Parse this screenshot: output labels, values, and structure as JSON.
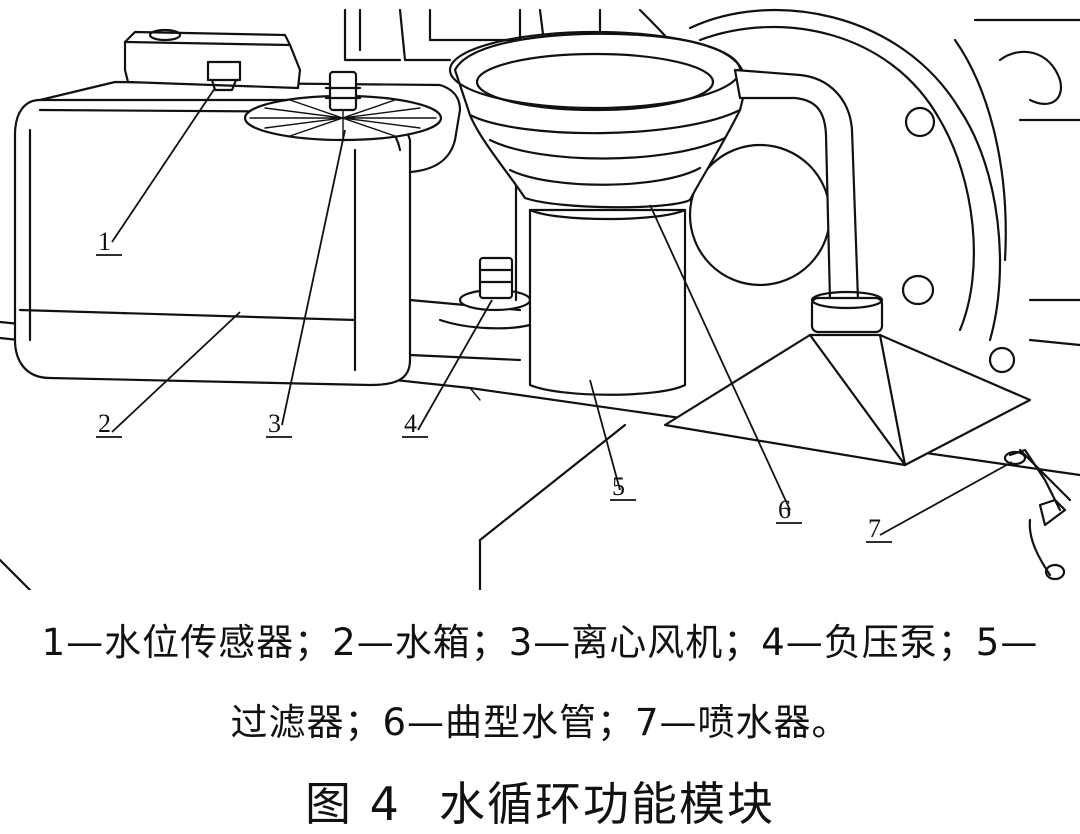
{
  "legend": {
    "line1": "1—水位传感器；2—水箱；3—离心风机；4—负压泵；5—",
    "line2": "过滤器；6—曲型水管；7—喷水器。"
  },
  "figure": {
    "number": "图 4",
    "title": "水循环功能模块"
  },
  "labels": [
    "1",
    "2",
    "3",
    "4",
    "5",
    "6",
    "7"
  ]
}
